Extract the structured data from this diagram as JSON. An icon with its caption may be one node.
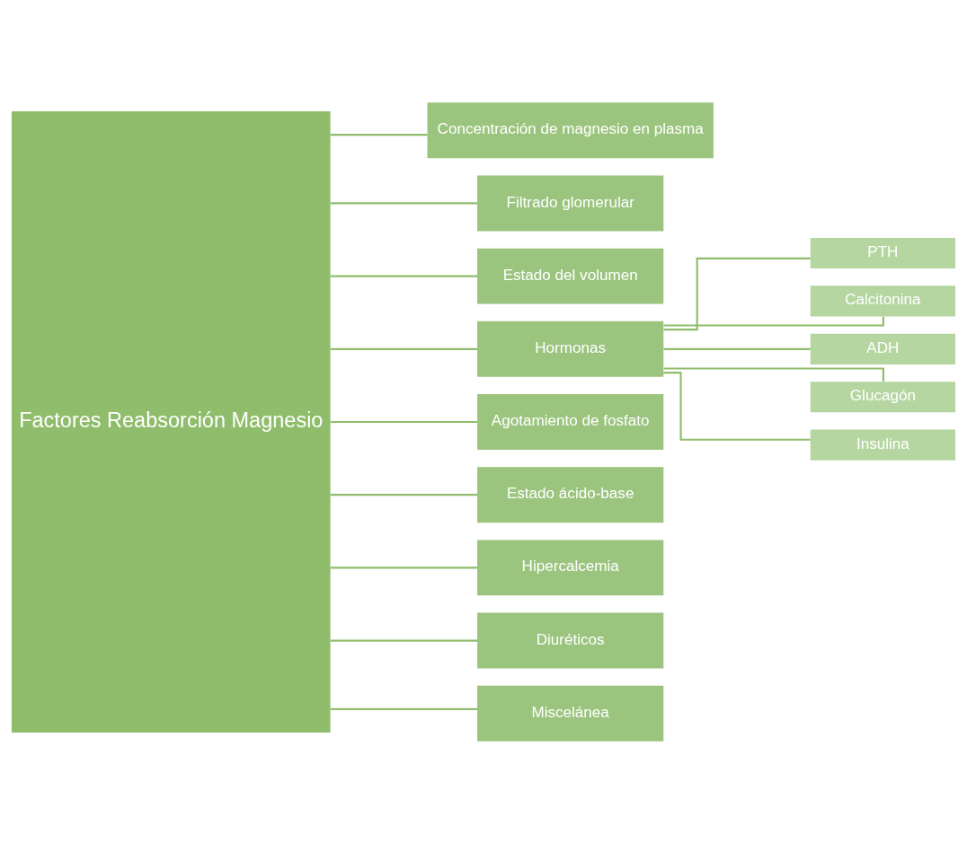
{
  "diagram": {
    "nodes": [
      {
        "text": [
          "Factores Reabsorción Magnesio"
        ]
      },
      {
        "text": [
          "Concentración de magnesio en plasma"
        ]
      },
      {
        "text": [
          "Filtrado glomerular"
        ]
      },
      {
        "text": [
          "Estado del volumen"
        ]
      },
      {
        "text": [
          "Hormonas"
        ]
      },
      {
        "text": [
          "Agotamiento de fosfato"
        ]
      },
      {
        "text": [
          "Estado ácido-base"
        ]
      },
      {
        "text": [
          "Hipercalcemia"
        ]
      },
      {
        "text": [
          "Diuréticos"
        ]
      },
      {
        "text": [
          "Miscelánea"
        ]
      },
      {
        "text": [
          "PTH"
        ]
      },
      {
        "text": [
          "Calcitonina"
        ]
      },
      {
        "text": [
          "ADH"
        ]
      },
      {
        "text": [
          "Glucagón"
        ]
      },
      {
        "text": [
          "Insulina"
        ]
      }
    ],
    "edges": [
      {
        "from": 0,
        "to": 1,
        "arrow": "none"
      },
      {
        "from": 0,
        "to": 2,
        "arrow": "none"
      },
      {
        "from": 0,
        "to": 3,
        "arrow": "none"
      },
      {
        "from": 0,
        "to": 4,
        "arrow": "none"
      },
      {
        "from": 0,
        "to": 5,
        "arrow": "none"
      },
      {
        "from": 0,
        "to": 6,
        "arrow": "none"
      },
      {
        "from": 0,
        "to": 7,
        "arrow": "none"
      },
      {
        "from": 0,
        "to": 8,
        "arrow": "none"
      },
      {
        "from": 0,
        "to": 9,
        "arrow": "none"
      },
      {
        "from": 4,
        "to": 10,
        "arrow": "none"
      },
      {
        "from": 4,
        "to": 11,
        "arrow": "none"
      },
      {
        "from": 4,
        "to": 12,
        "arrow": "none"
      },
      {
        "from": 4,
        "to": 13,
        "arrow": "none"
      },
      {
        "from": 4,
        "to": 14,
        "arrow": "none"
      }
    ]
  }
}
